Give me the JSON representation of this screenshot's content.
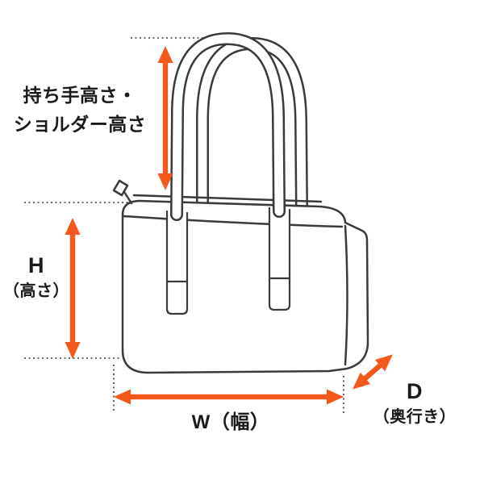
{
  "figure": {
    "type": "dimension-diagram",
    "subject": "boston-bag-with-two-handles"
  },
  "labels": {
    "handle_height": {
      "line1": "持ち手高さ・",
      "line2": "ショルダー高さ"
    },
    "height": {
      "line1": "H",
      "line2": "（高さ）"
    },
    "width": {
      "text": "W（幅）"
    },
    "depth": {
      "line1": "D",
      "line2": "（奥行き）"
    }
  },
  "colors": {
    "arrow": "#F4581C",
    "line": "#3a3a3a",
    "background": "#ffffff",
    "text": "#1a1a1a"
  }
}
